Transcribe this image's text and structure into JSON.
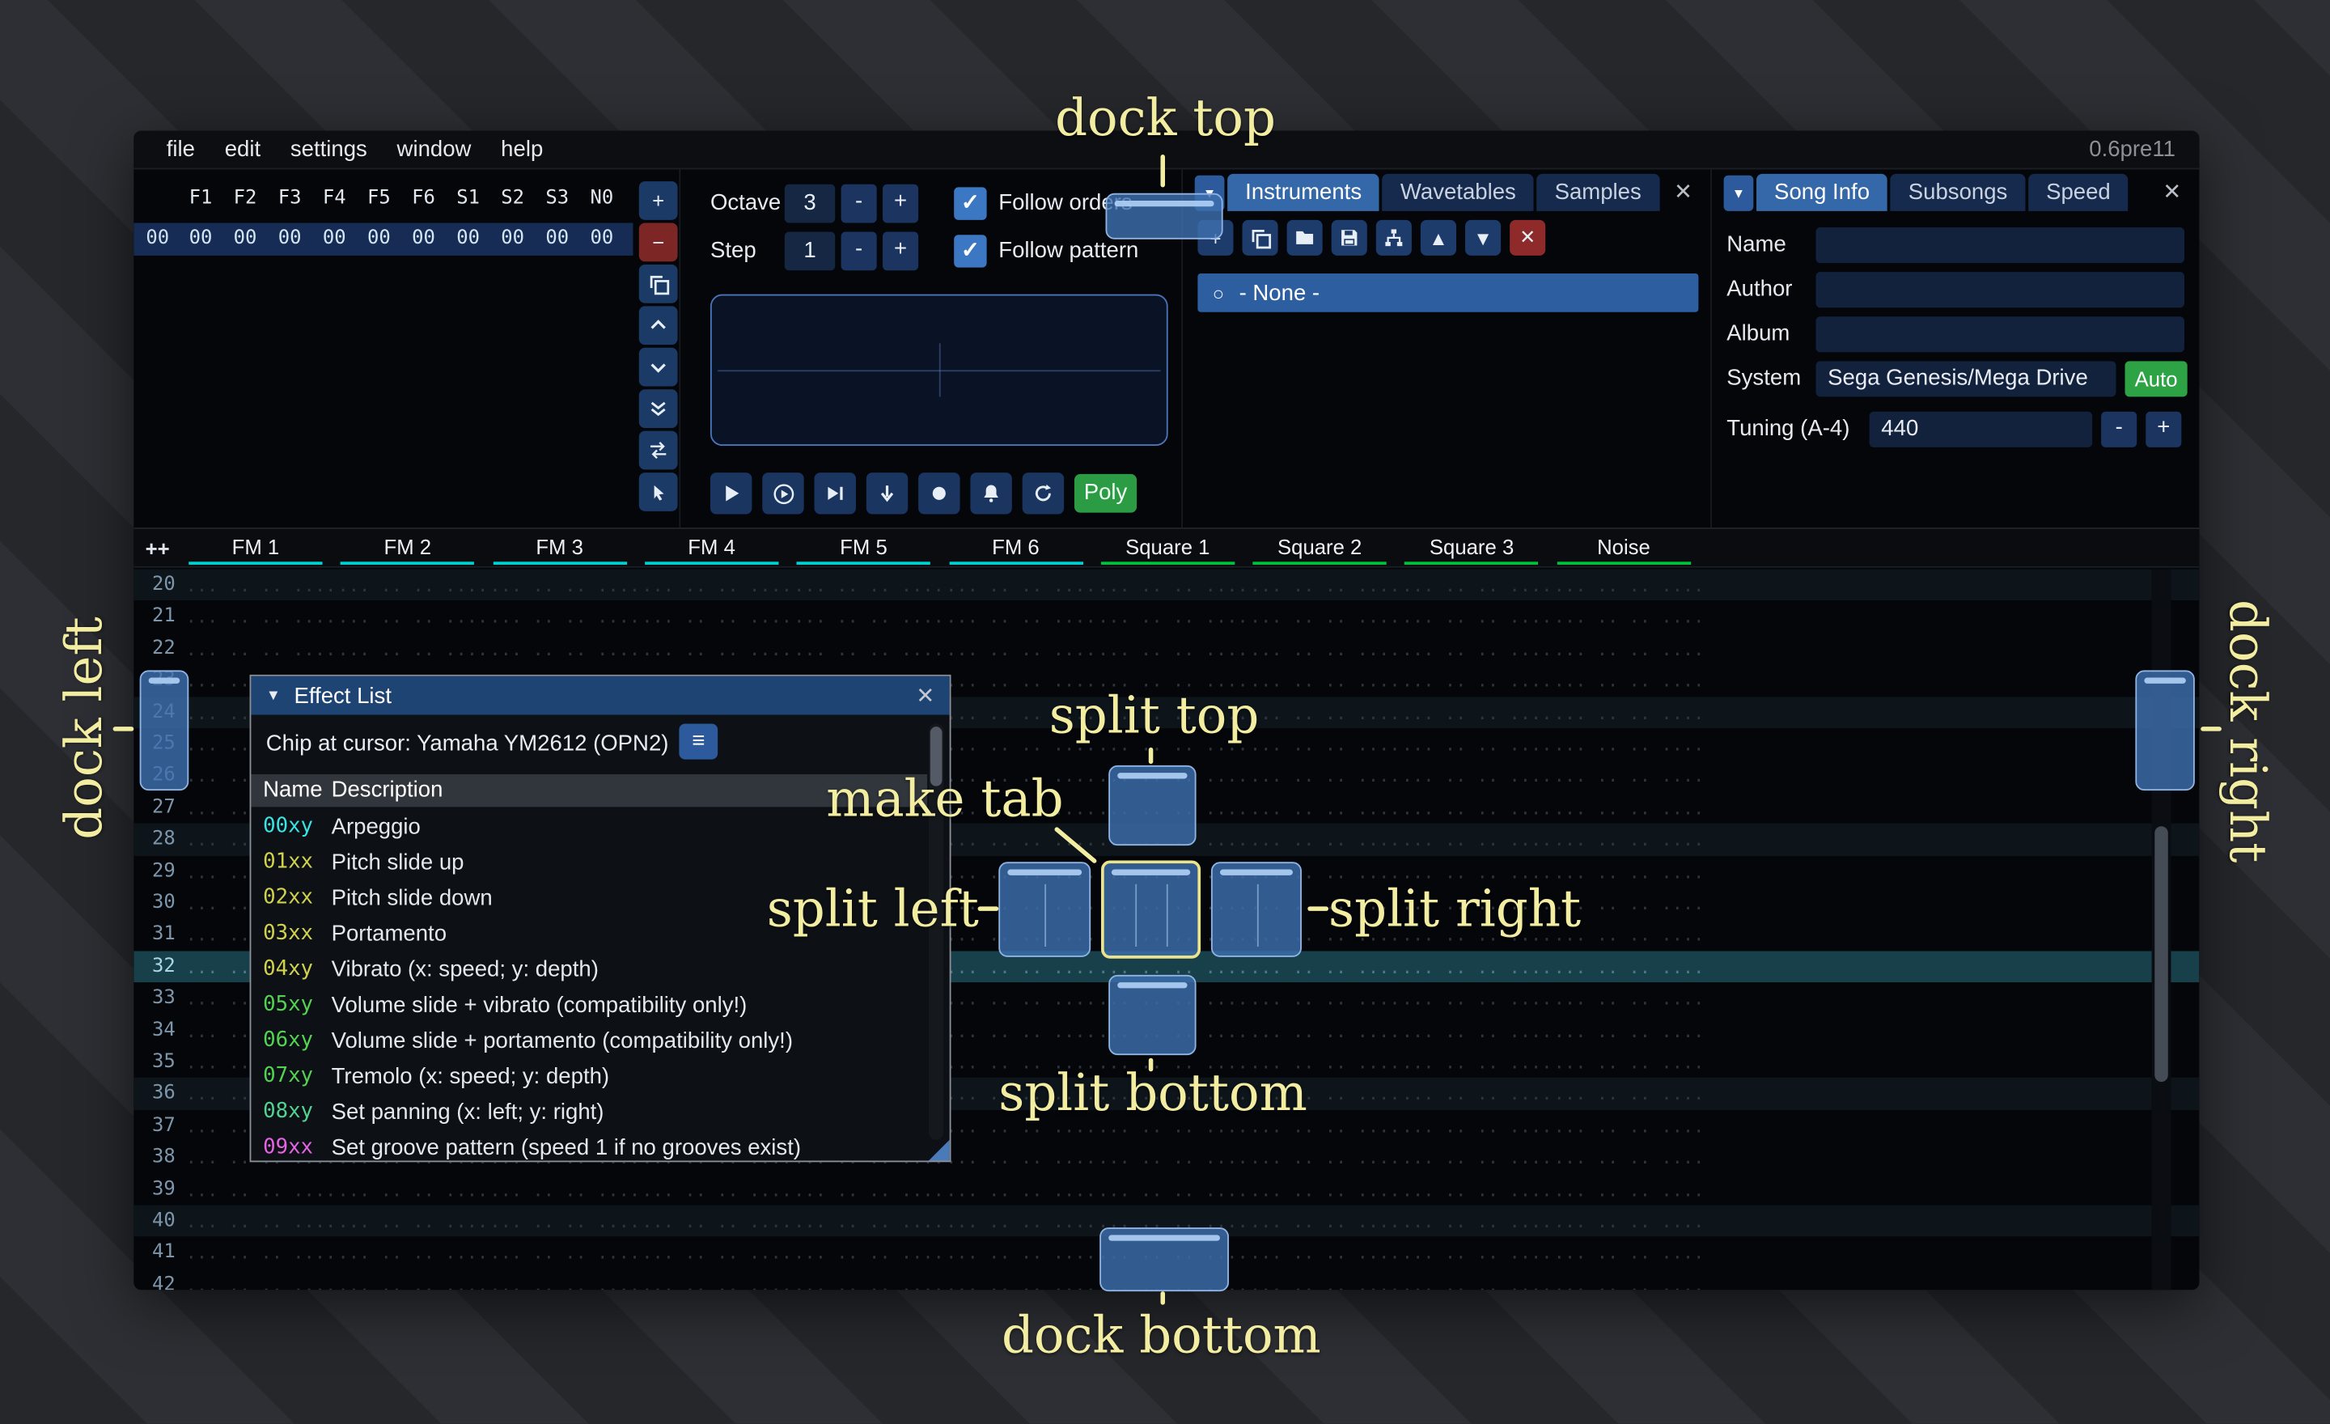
{
  "window": {
    "menu": [
      "file",
      "edit",
      "settings",
      "window",
      "help"
    ],
    "version": "0.6pre11"
  },
  "colors": {
    "accent": "#3468a8",
    "dock_overlay": "#3e70b0",
    "annotation": "#f3eda2"
  },
  "orders": {
    "channels": [
      "F1",
      "F2",
      "F3",
      "F4",
      "F5",
      "F6",
      "S1",
      "S2",
      "S3",
      "N0"
    ],
    "rows": [
      {
        "num": "00",
        "values": [
          "00",
          "00",
          "00",
          "00",
          "00",
          "00",
          "00",
          "00",
          "00",
          "00"
        ]
      }
    ],
    "buttons": [
      {
        "name": "add-order",
        "icon": "plus"
      },
      {
        "name": "remove-order",
        "icon": "minus",
        "style": "danger"
      },
      {
        "name": "duplicate-order",
        "icon": "clone"
      },
      {
        "name": "move-order-up",
        "icon": "chevron-up"
      },
      {
        "name": "move-order-down",
        "icon": "chevron-down"
      },
      {
        "name": "deep-clone-order",
        "icon": "double-chevron-down"
      },
      {
        "name": "change-all-orders",
        "icon": "exchange"
      },
      {
        "name": "order-edit-mode",
        "icon": "pointer"
      }
    ]
  },
  "controls": {
    "octave_label": "Octave",
    "octave_value": "3",
    "step_label": "Step",
    "step_value": "1",
    "minus": "-",
    "plus": "+",
    "follow_orders": "Follow orders",
    "follow_pattern": "Follow pattern",
    "check": "✓",
    "transport": [
      {
        "name": "play",
        "icon": "play"
      },
      {
        "name": "play-from-start",
        "icon": "play-circle"
      },
      {
        "name": "play-one-row",
        "icon": "play-row"
      },
      {
        "name": "move-cursor-down",
        "icon": "arrow-down"
      },
      {
        "name": "stop",
        "icon": "record"
      },
      {
        "name": "metronome",
        "icon": "bell"
      },
      {
        "name": "repeat-pattern",
        "icon": "repeat"
      }
    ],
    "poly_label": "Poly"
  },
  "instruments_panel": {
    "tabs": [
      {
        "label": "Instruments",
        "active": true
      },
      {
        "label": "Wavetables",
        "active": false
      },
      {
        "label": "Samples",
        "active": false
      }
    ],
    "close": "✕",
    "toolbar": [
      {
        "name": "add-instrument",
        "icon": "plus"
      },
      {
        "name": "duplicate-instrument",
        "icon": "clone"
      },
      {
        "name": "open-instrument",
        "icon": "folder"
      },
      {
        "name": "save-instrument",
        "icon": "save"
      },
      {
        "name": "instrument-folders",
        "icon": "tree"
      },
      {
        "name": "move-instrument-up",
        "icon": "triangle-up"
      },
      {
        "name": "move-instrument-down",
        "icon": "triangle-down"
      },
      {
        "name": "delete-instrument",
        "icon": "cross",
        "style": "danger"
      }
    ],
    "list": [
      {
        "label": "- None -",
        "selected": true
      }
    ]
  },
  "song_info": {
    "tabs": [
      {
        "label": "Song Info",
        "active": true
      },
      {
        "label": "Subsongs",
        "active": false
      },
      {
        "label": "Speed",
        "active": false
      }
    ],
    "close": "✕",
    "fields": [
      {
        "label": "Name",
        "value": ""
      },
      {
        "label": "Author",
        "value": ""
      },
      {
        "label": "Album",
        "value": ""
      }
    ],
    "system_label": "System",
    "system_value": "Sega Genesis/Mega Drive",
    "auto_label": "Auto",
    "tuning_label": "Tuning (A-4)",
    "tuning_value": "440",
    "minus": "-",
    "plus": "+"
  },
  "pattern": {
    "add_channel_label": "++",
    "channels": [
      {
        "name": "FM 1",
        "type": "fm"
      },
      {
        "name": "FM 2",
        "type": "fm"
      },
      {
        "name": "FM 3",
        "type": "fm"
      },
      {
        "name": "FM 4",
        "type": "fm"
      },
      {
        "name": "FM 5",
        "type": "fm"
      },
      {
        "name": "FM 6",
        "type": "fm"
      },
      {
        "name": "Square 1",
        "type": "square"
      },
      {
        "name": "Square 2",
        "type": "square"
      },
      {
        "name": "Square 3",
        "type": "square"
      },
      {
        "name": "Noise",
        "type": "square"
      }
    ],
    "colors": {
      "fm_underline": "#00d2d2",
      "square_underline": "#00c23c"
    },
    "row_start": 20,
    "row_end": 42,
    "empty_cell": "... .. .. ...."
  },
  "effect_list": {
    "title": "Effect List",
    "collapse_icon": "▼",
    "close": "✕",
    "chip_label": "Chip at cursor: Yamaha YM2612 (OPN2)",
    "menu_icon": "≡",
    "columns": [
      "Name",
      "Description"
    ],
    "effects": [
      {
        "code": "00xy",
        "desc": "Arpeggio",
        "color": "#38e4e4"
      },
      {
        "code": "01xx",
        "desc": "Pitch slide up",
        "color": "#d0d24e"
      },
      {
        "code": "02xx",
        "desc": "Pitch slide down",
        "color": "#d0d24e"
      },
      {
        "code": "03xx",
        "desc": "Portamento",
        "color": "#d0d24e"
      },
      {
        "code": "04xy",
        "desc": "Vibrato (x: speed; y: depth)",
        "color": "#d0d24e"
      },
      {
        "code": "05xy",
        "desc": "Volume slide + vibrato (compatibility only!)",
        "color": "#52d452"
      },
      {
        "code": "06xy",
        "desc": "Volume slide + portamento (compatibility only!)",
        "color": "#52d452"
      },
      {
        "code": "07xy",
        "desc": "Tremolo (x: speed; y: depth)",
        "color": "#52d452"
      },
      {
        "code": "08xy",
        "desc": "Set panning (x: left; y: right)",
        "color": "#50d490"
      },
      {
        "code": "09xx",
        "desc": "Set groove pattern (speed 1 if no grooves exist)",
        "color": "#e464e4"
      }
    ]
  },
  "annotations": {
    "dock_top": "dock top",
    "dock_left": "dock left",
    "dock_right": "dock right",
    "dock_bottom": "dock bottom",
    "split_top": "split top",
    "split_left": "split left",
    "split_right": "split right",
    "split_bottom": "split bottom",
    "make_tab": "make tab"
  }
}
